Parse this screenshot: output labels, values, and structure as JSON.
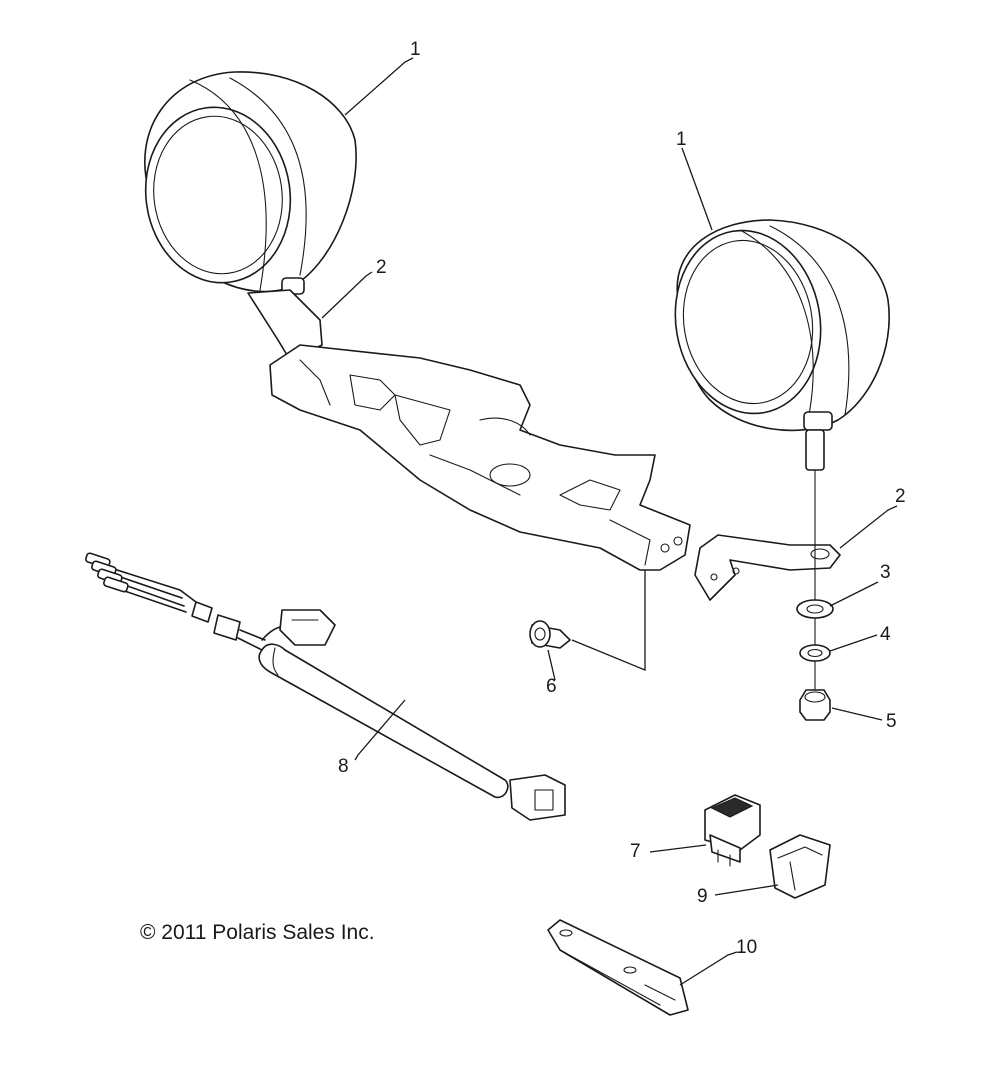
{
  "copyright": "© 2011 Polaris Sales Inc.",
  "callouts": {
    "lamp_left": "1",
    "lamp_right": "1",
    "bracket_left": "2",
    "bracket_right": "2",
    "washer_flat": "3",
    "washer_lock": "4",
    "nut": "5",
    "screw": "6",
    "switch": "7",
    "harness": "8",
    "switch_cover": "9",
    "mount_plate": "10"
  }
}
